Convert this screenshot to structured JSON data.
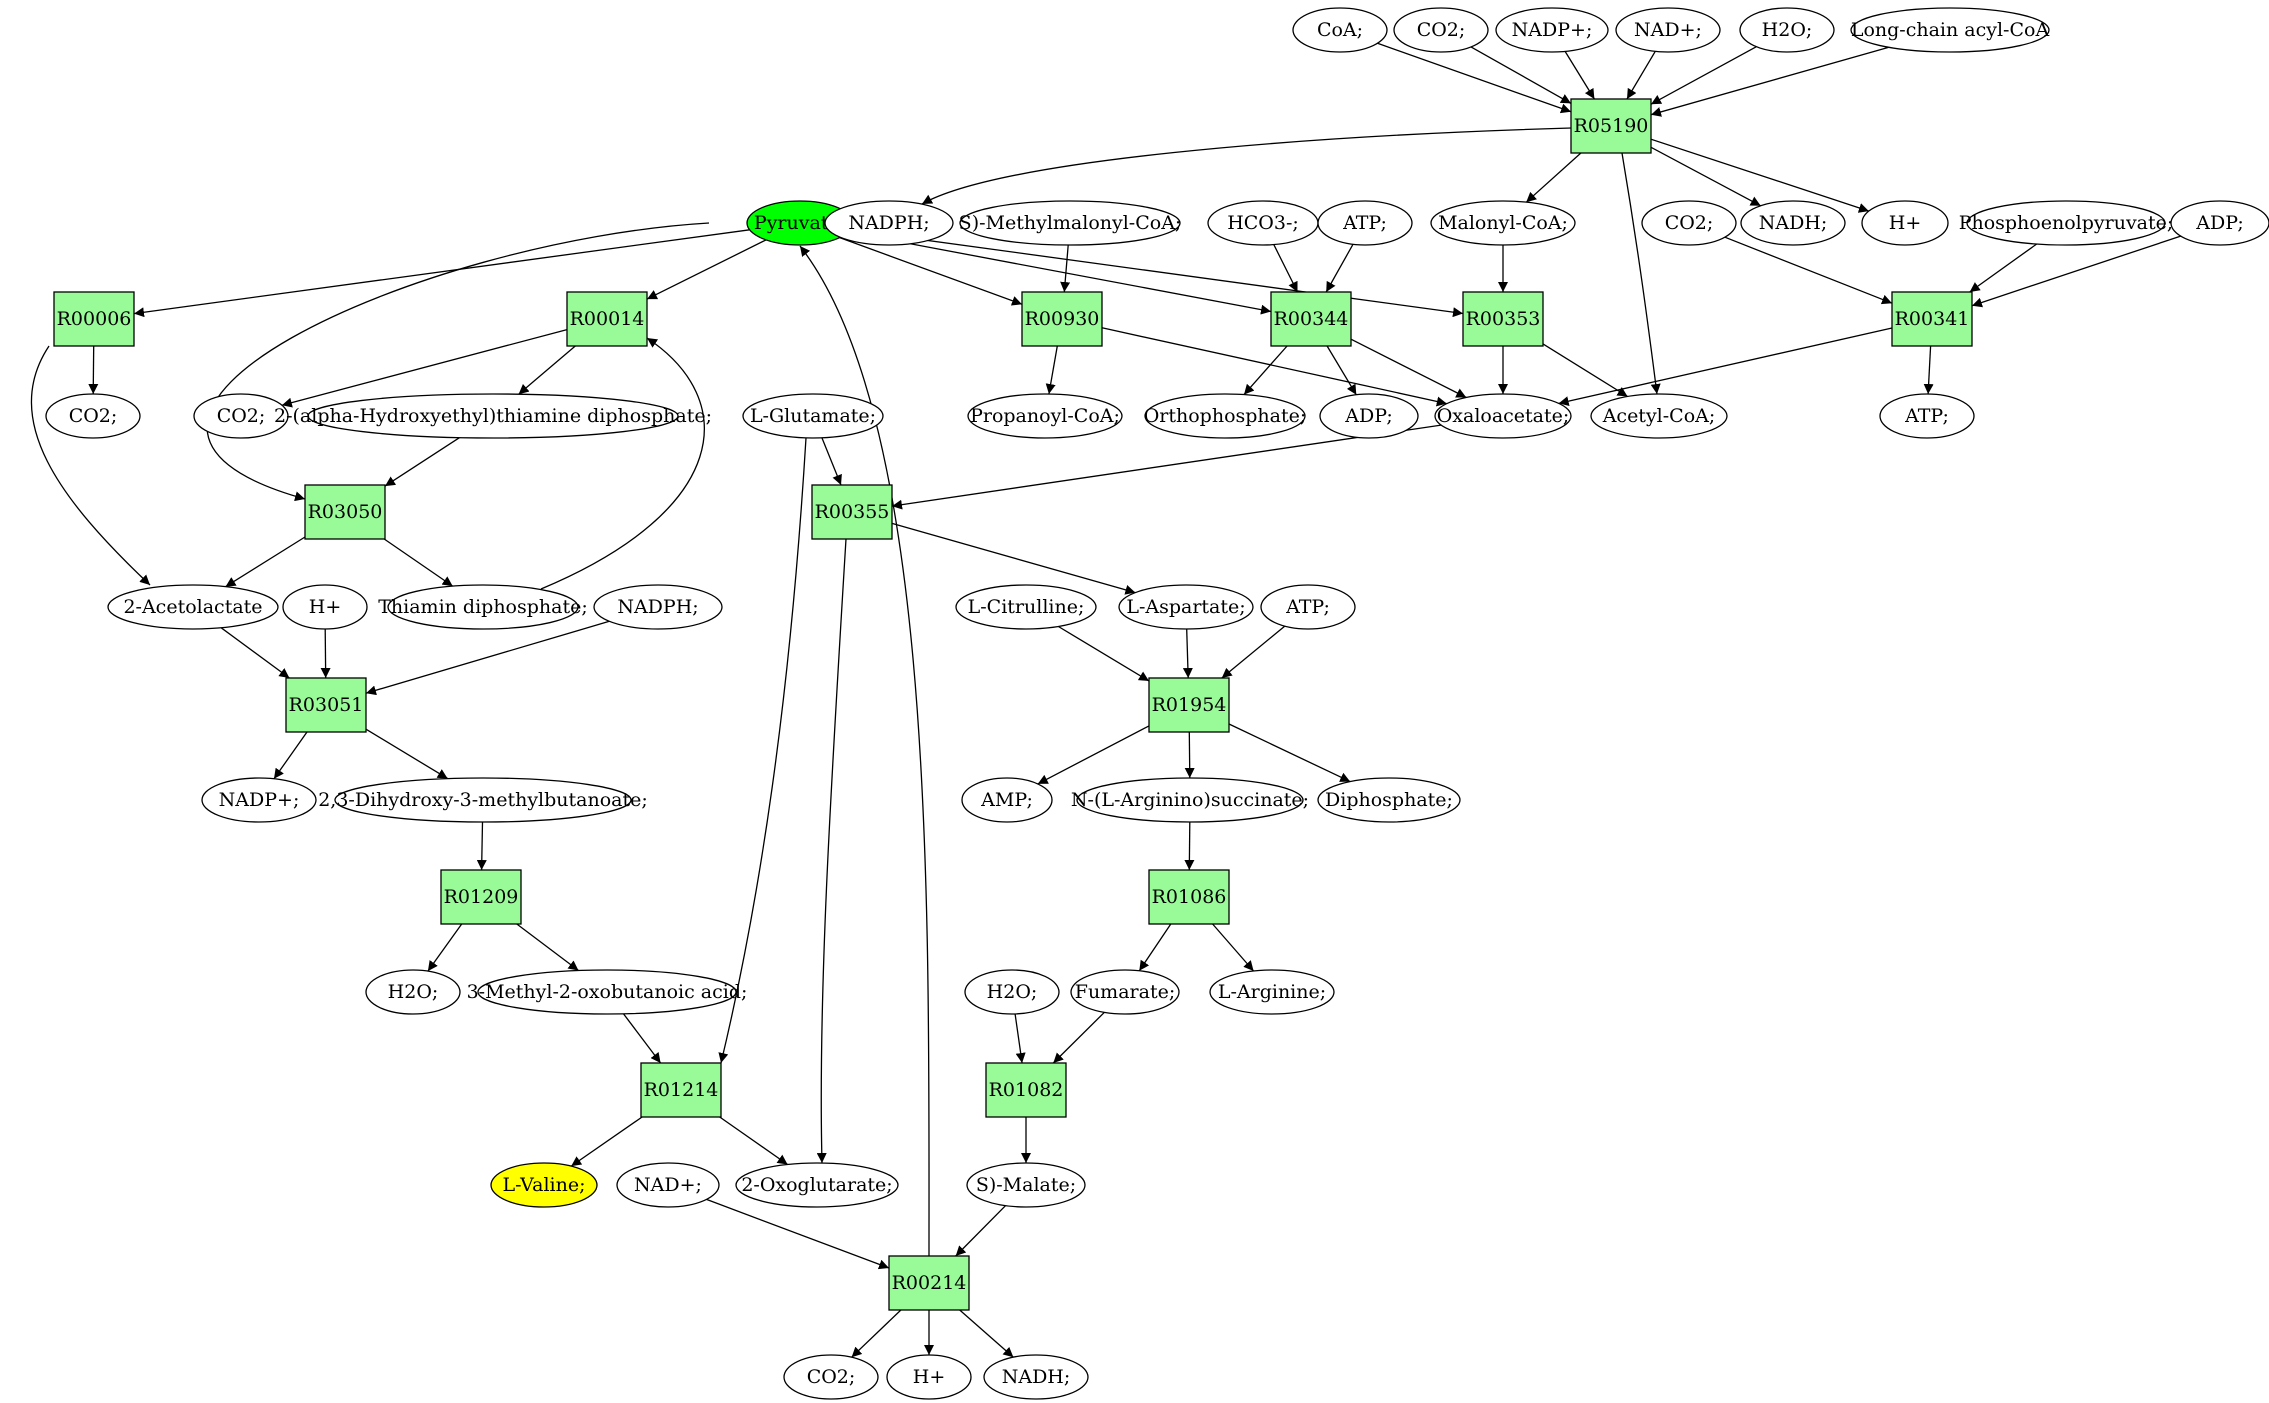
{
  "colors": {
    "reaction_fill": "#98fb98",
    "metabolite_fill": "#ffffff",
    "source_fill": "#00ff00",
    "target_fill": "#ffff00",
    "stroke": "#000000"
  },
  "reactions": [
    {
      "id": "R05190",
      "label": "R05190"
    },
    {
      "id": "R00006",
      "label": "R00006"
    },
    {
      "id": "R00014",
      "label": "R00014"
    },
    {
      "id": "R00930",
      "label": "R00930"
    },
    {
      "id": "R00344",
      "label": "R00344"
    },
    {
      "id": "R00353",
      "label": "R00353"
    },
    {
      "id": "R00341",
      "label": "R00341"
    },
    {
      "id": "R03050",
      "label": "R03050"
    },
    {
      "id": "R00355",
      "label": "R00355"
    },
    {
      "id": "R03051",
      "label": "R03051"
    },
    {
      "id": "R01954",
      "label": "R01954"
    },
    {
      "id": "R01209",
      "label": "R01209"
    },
    {
      "id": "R01086",
      "label": "R01086"
    },
    {
      "id": "R01214",
      "label": "R01214"
    },
    {
      "id": "R01082",
      "label": "R01082"
    },
    {
      "id": "R00214",
      "label": "R00214"
    }
  ],
  "metabolites": [
    {
      "id": "m_coa",
      "label": "CoA;",
      "kind": "normal"
    },
    {
      "id": "m_co2_top",
      "label": "CO2;",
      "kind": "normal"
    },
    {
      "id": "m_nadpplus_top",
      "label": "NADP+;",
      "kind": "normal"
    },
    {
      "id": "m_nadplus_top",
      "label": "NAD+;",
      "kind": "normal"
    },
    {
      "id": "m_h2o_top",
      "label": "H2O;",
      "kind": "normal"
    },
    {
      "id": "m_lcacyl",
      "label": "Long-chain acyl-CoA",
      "kind": "normal"
    },
    {
      "id": "m_pyruvate",
      "label": "Pyruvate;",
      "kind": "source"
    },
    {
      "id": "m_nadph_top",
      "label": "NADPH;",
      "kind": "normal"
    },
    {
      "id": "m_smethylmal",
      "label": "S)-Methylmalonyl-CoA;",
      "kind": "normal"
    },
    {
      "id": "m_hco3",
      "label": "HCO3-;",
      "kind": "normal"
    },
    {
      "id": "m_atp_344",
      "label": "ATP;",
      "kind": "normal"
    },
    {
      "id": "m_malonyl",
      "label": "Malonyl-CoA;",
      "kind": "normal"
    },
    {
      "id": "m_co2_341",
      "label": "CO2;",
      "kind": "normal"
    },
    {
      "id": "m_nadh_top",
      "label": "NADH;",
      "kind": "normal"
    },
    {
      "id": "m_hplus_top",
      "label": "H+",
      "kind": "normal"
    },
    {
      "id": "m_pep",
      "label": "Phosphoenolpyruvate;",
      "kind": "normal"
    },
    {
      "id": "m_adp_341",
      "label": "ADP;",
      "kind": "normal"
    },
    {
      "id": "m_co2_006",
      "label": "CO2;",
      "kind": "normal"
    },
    {
      "id": "m_co2_014",
      "label": "CO2;",
      "kind": "normal"
    },
    {
      "id": "m_hethtpp",
      "label": "2-(alpha-Hydroxyethyl)thiamine diphosphate;",
      "kind": "normal"
    },
    {
      "id": "m_lglu",
      "label": "L-Glutamate;",
      "kind": "normal"
    },
    {
      "id": "m_propanoyl",
      "label": "Propanoyl-CoA;",
      "kind": "normal"
    },
    {
      "id": "m_ortho",
      "label": "Orthophosphate;",
      "kind": "normal"
    },
    {
      "id": "m_adp_344",
      "label": "ADP;",
      "kind": "normal"
    },
    {
      "id": "m_oxaloacetate",
      "label": "Oxaloacetate;",
      "kind": "normal"
    },
    {
      "id": "m_acetylcoa",
      "label": "Acetyl-CoA;",
      "kind": "normal"
    },
    {
      "id": "m_atp_341",
      "label": "ATP;",
      "kind": "normal"
    },
    {
      "id": "m_acetolactate",
      "label": "2-Acetolactate",
      "kind": "normal"
    },
    {
      "id": "m_hplus_mid",
      "label": "H+",
      "kind": "normal"
    },
    {
      "id": "m_thiamin",
      "label": "Thiamin diphosphate;",
      "kind": "normal"
    },
    {
      "id": "m_nadph_mid",
      "label": "NADPH;",
      "kind": "normal"
    },
    {
      "id": "m_lcit",
      "label": "L-Citrulline;",
      "kind": "normal"
    },
    {
      "id": "m_lasp",
      "label": "L-Aspartate;",
      "kind": "normal"
    },
    {
      "id": "m_atp_1954",
      "label": "ATP;",
      "kind": "normal"
    },
    {
      "id": "m_nadpplus_mid",
      "label": "NADP+;",
      "kind": "normal"
    },
    {
      "id": "m_dihydroxy",
      "label": "2,3-Dihydroxy-3-methylbutanoate;",
      "kind": "normal"
    },
    {
      "id": "m_amp",
      "label": "AMP;",
      "kind": "normal"
    },
    {
      "id": "m_argsucc",
      "label": "N-(L-Arginino)succinate;",
      "kind": "normal"
    },
    {
      "id": "m_diphosphate",
      "label": "Diphosphate;",
      "kind": "normal"
    },
    {
      "id": "m_h2o_1209",
      "label": "H2O;",
      "kind": "normal"
    },
    {
      "id": "m_3m2ob",
      "label": "3-Methyl-2-oxobutanoic acid;",
      "kind": "normal"
    },
    {
      "id": "m_h2o_1082",
      "label": "H2O;",
      "kind": "normal"
    },
    {
      "id": "m_fumarate",
      "label": "Fumarate;",
      "kind": "normal"
    },
    {
      "id": "m_larg",
      "label": "L-Arginine;",
      "kind": "normal"
    },
    {
      "id": "m_lval",
      "label": "L-Valine;",
      "kind": "target"
    },
    {
      "id": "m_nadplus_bot",
      "label": "NAD+;",
      "kind": "normal"
    },
    {
      "id": "m_2oxo",
      "label": "2-Oxoglutarate;",
      "kind": "normal"
    },
    {
      "id": "m_smalate",
      "label": "S)-Malate;",
      "kind": "normal"
    },
    {
      "id": "m_co2_bot",
      "label": "CO2;",
      "kind": "normal"
    },
    {
      "id": "m_hplus_bot",
      "label": "H+",
      "kind": "normal"
    },
    {
      "id": "m_nadh_bot",
      "label": "NADH;",
      "kind": "normal"
    }
  ],
  "edges": [
    [
      "m_coa",
      "R05190"
    ],
    [
      "m_co2_top",
      "R05190"
    ],
    [
      "m_nadpplus_top",
      "R05190"
    ],
    [
      "m_nadplus_top",
      "R05190"
    ],
    [
      "m_h2o_top",
      "R05190"
    ],
    [
      "m_lcacyl",
      "R05190"
    ],
    [
      "R05190",
      "m_nadph_top"
    ],
    [
      "R05190",
      "m_malonyl"
    ],
    [
      "R05190",
      "m_nadh_top"
    ],
    [
      "R05190",
      "m_hplus_top"
    ],
    [
      "R05190",
      "m_acetylcoa"
    ],
    [
      "m_pyruvate",
      "R00006"
    ],
    [
      "m_pyruvate",
      "R00014"
    ],
    [
      "m_pyruvate",
      "R03050"
    ],
    [
      "m_pyruvate",
      "R00930"
    ],
    [
      "m_pyruvate",
      "R00344"
    ],
    [
      "m_pyruvate",
      "R00353"
    ],
    [
      "R00006",
      "m_co2_006"
    ],
    [
      "R00006",
      "m_acetolactate"
    ],
    [
      "R00014",
      "m_co2_014"
    ],
    [
      "R00014",
      "m_hethtpp"
    ],
    [
      "m_hethtpp",
      "R03050"
    ],
    [
      "R03050",
      "m_acetolactate"
    ],
    [
      "R03050",
      "m_thiamin"
    ],
    [
      "m_thiamin",
      "R00014"
    ],
    [
      "m_smethylmal",
      "R00930"
    ],
    [
      "R00930",
      "m_propanoyl"
    ],
    [
      "R00930",
      "m_oxaloacetate"
    ],
    [
      "m_hco3",
      "R00344"
    ],
    [
      "m_atp_344",
      "R00344"
    ],
    [
      "R00344",
      "m_ortho"
    ],
    [
      "R00344",
      "m_adp_344"
    ],
    [
      "R00344",
      "m_oxaloacetate"
    ],
    [
      "m_malonyl",
      "R00353"
    ],
    [
      "R00353",
      "m_oxaloacetate"
    ],
    [
      "R00353",
      "m_acetylcoa"
    ],
    [
      "m_co2_341",
      "R00341"
    ],
    [
      "m_pep",
      "R00341"
    ],
    [
      "m_adp_341",
      "R00341"
    ],
    [
      "R00341",
      "m_atp_341"
    ],
    [
      "R00341",
      "m_oxaloacetate"
    ],
    [
      "m_oxaloacetate",
      "R00355"
    ],
    [
      "m_lglu",
      "R00355"
    ],
    [
      "R00355",
      "m_lasp"
    ],
    [
      "R00355",
      "m_2oxo"
    ],
    [
      "m_acetolactate",
      "R03051"
    ],
    [
      "m_hplus_mid",
      "R03051"
    ],
    [
      "m_nadph_mid",
      "R03051"
    ],
    [
      "R03051",
      "m_nadpplus_mid"
    ],
    [
      "R03051",
      "m_dihydroxy"
    ],
    [
      "m_dihydroxy",
      "R01209"
    ],
    [
      "R01209",
      "m_h2o_1209"
    ],
    [
      "R01209",
      "m_3m2ob"
    ],
    [
      "m_3m2ob",
      "R01214"
    ],
    [
      "m_lglu",
      "R01214"
    ],
    [
      "R01214",
      "m_lval"
    ],
    [
      "R01214",
      "m_2oxo"
    ],
    [
      "m_lcit",
      "R01954"
    ],
    [
      "m_lasp",
      "R01954"
    ],
    [
      "m_atp_1954",
      "R01954"
    ],
    [
      "R01954",
      "m_amp"
    ],
    [
      "R01954",
      "m_argsucc"
    ],
    [
      "R01954",
      "m_diphosphate"
    ],
    [
      "m_argsucc",
      "R01086"
    ],
    [
      "R01086",
      "m_fumarate"
    ],
    [
      "R01086",
      "m_larg"
    ],
    [
      "m_h2o_1082",
      "R01082"
    ],
    [
      "m_fumarate",
      "R01082"
    ],
    [
      "R01082",
      "m_smalate"
    ],
    [
      "m_smalate",
      "R00214"
    ],
    [
      "m_nadplus_bot",
      "R00214"
    ],
    [
      "R00214",
      "m_pyruvate"
    ],
    [
      "R00214",
      "m_co2_bot"
    ],
    [
      "R00214",
      "m_hplus_bot"
    ],
    [
      "R00214",
      "m_nadh_bot"
    ]
  ]
}
